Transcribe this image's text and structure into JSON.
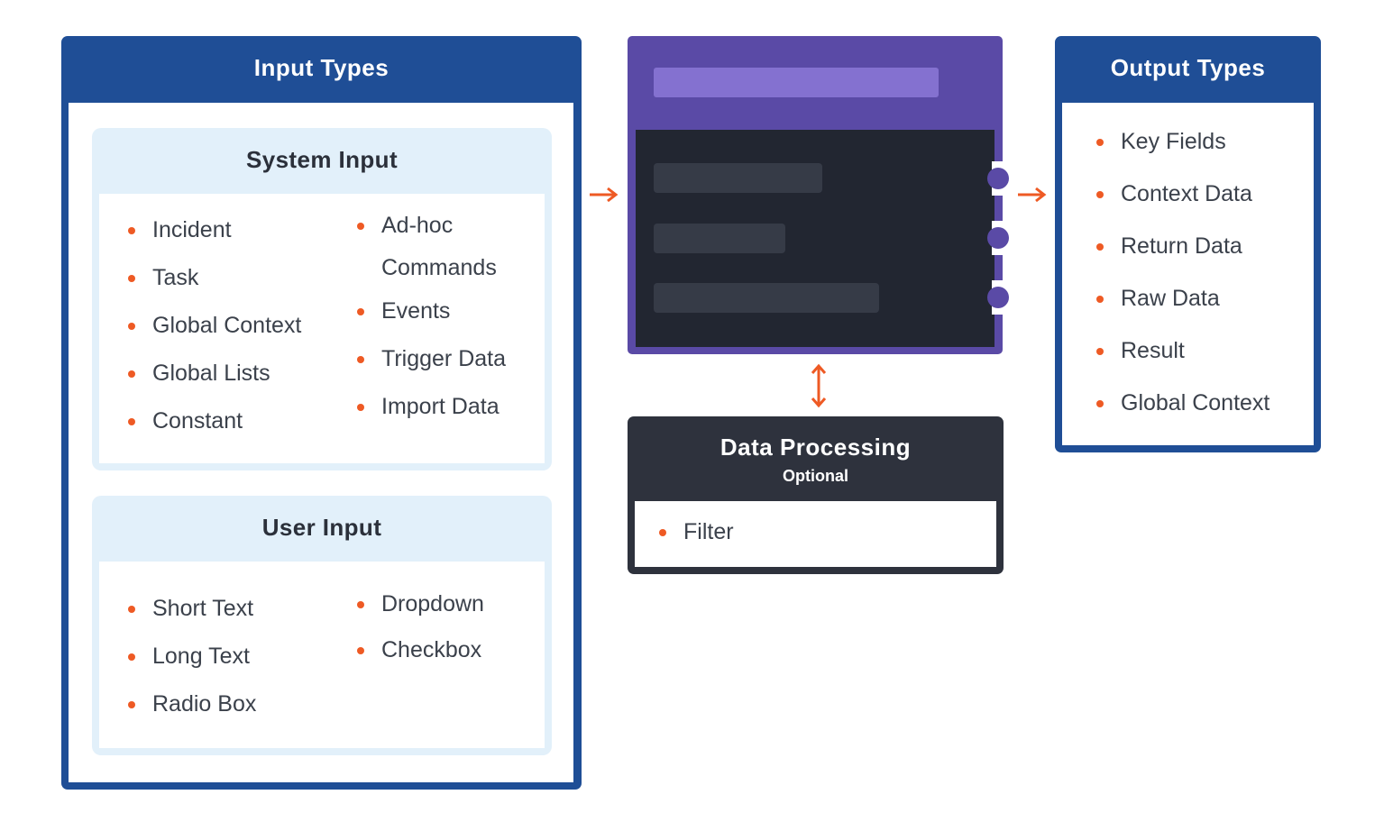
{
  "input_types": {
    "title": "Input Types",
    "system_input": {
      "title": "System Input",
      "col1": [
        "Incident",
        "Task",
        "Global Context",
        "Global Lists",
        "Constant"
      ],
      "col2": [
        "Ad-hoc",
        "Commands",
        "Events",
        "Trigger Data",
        "Import Data"
      ]
    },
    "user_input": {
      "title": "User Input",
      "col1": [
        "Short Text",
        "Long Text",
        "Radio Box"
      ],
      "col2": [
        "Dropdown",
        "Checkbox"
      ]
    }
  },
  "data_processing": {
    "title": "Data Processing",
    "subtitle": "Optional",
    "items": [
      "Filter"
    ]
  },
  "output_types": {
    "title": "Output Types",
    "items": [
      "Key Fields",
      "Context Data",
      "Return Data",
      "Raw Data",
      "Result",
      "Global Context"
    ]
  },
  "colors": {
    "primary_blue": "#1f4e96",
    "group_bg": "#e2f0fa",
    "node_purple": "#5a4aa6",
    "node_bar": "#8471d0",
    "node_dark": "#222631",
    "processing_dark": "#2e323d",
    "accent_orange": "#ee5a24"
  },
  "icons": [
    "arrow-right-icon",
    "arrow-updown-icon",
    "port-dot-icon",
    "bullet-dot-icon"
  ]
}
